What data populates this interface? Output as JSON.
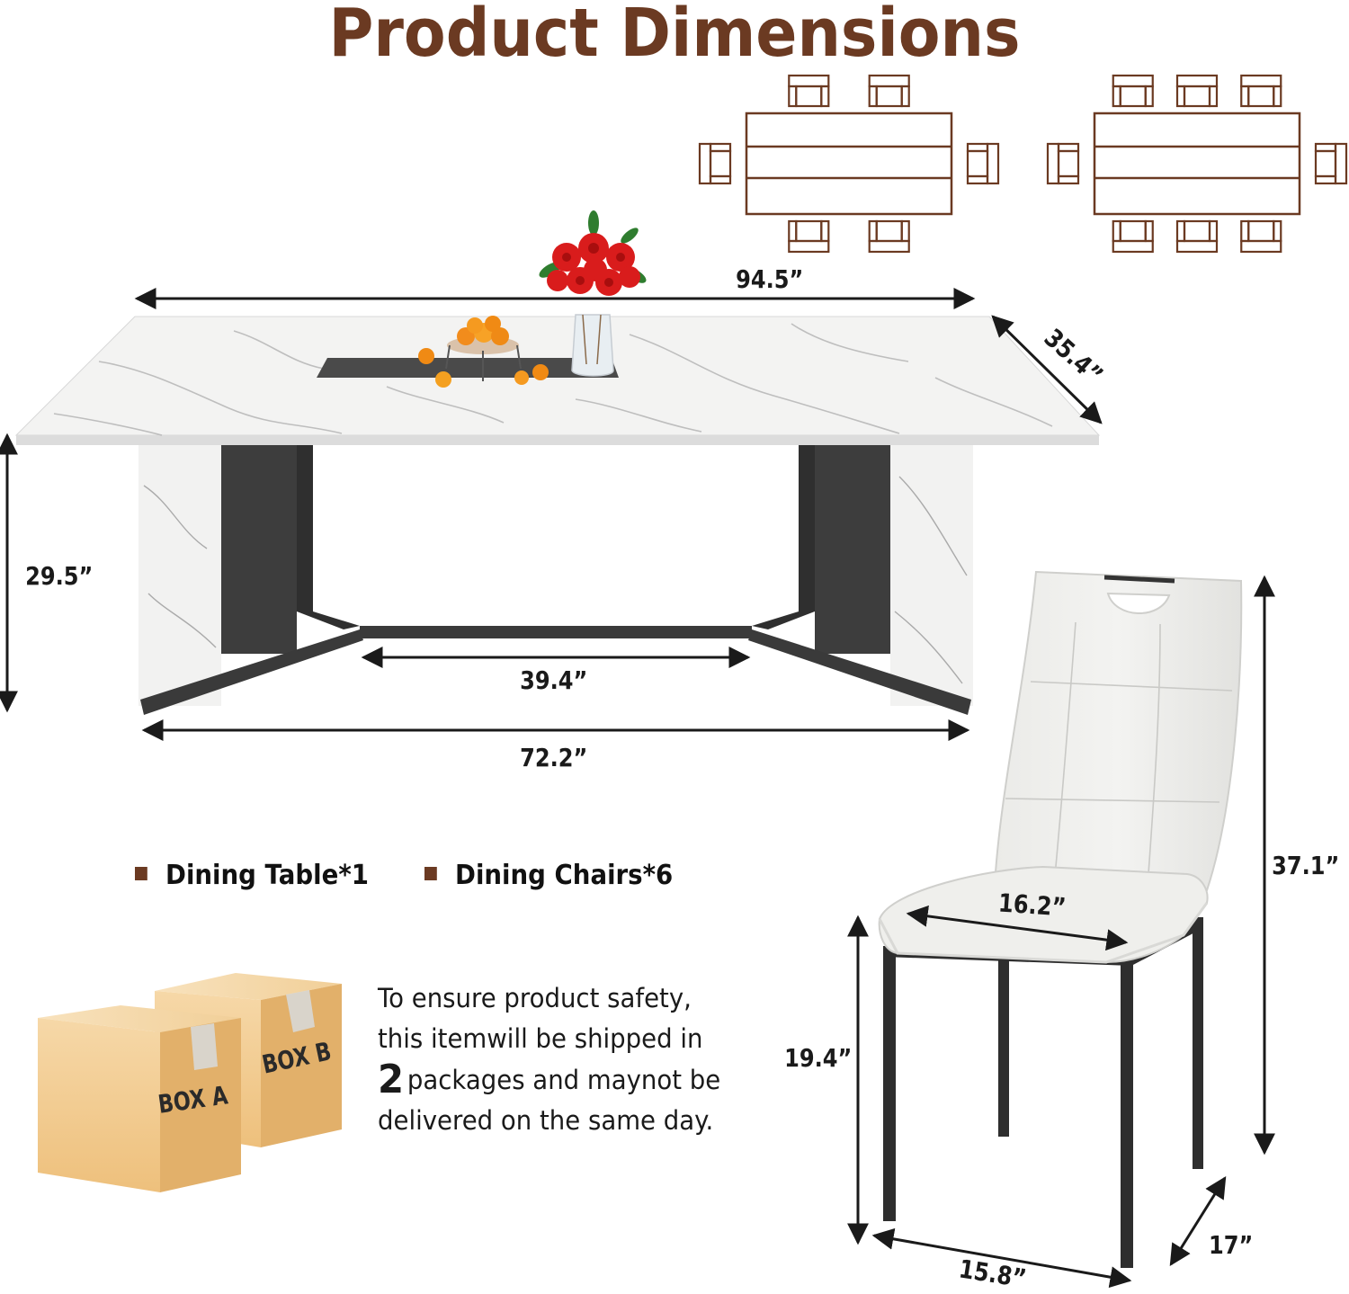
{
  "title": "Product Dimensions",
  "dimensions": {
    "table_length": "94.5”",
    "table_depth": "35.4”",
    "table_height": "29.5”",
    "inner_span": "39.4”",
    "leg_span": "72.2”",
    "chair_height": "37.1”",
    "seat_width": "16.2”",
    "seat_height": "19.4”",
    "chair_width": "15.8”",
    "chair_depth": "17”"
  },
  "legend": [
    {
      "label": "Dining Table*1"
    },
    {
      "label": "Dining Chairs*6"
    }
  ],
  "shipping": {
    "line1": "To ensure product safety,",
    "line2": "this itemwill be shipped in",
    "count": "2",
    "line3": "packages and maynot be",
    "line4": "delivered on the same day."
  },
  "boxes": {
    "a": "BOX A",
    "b": "BOX B"
  },
  "layouts": [
    {
      "seats_per_side": 2
    },
    {
      "seats_per_side": 3
    }
  ],
  "colors": {
    "accent": "#6b3a22",
    "box": "#f0c88a",
    "marble": "#f4f4f4",
    "metal": "#3c3c3c"
  }
}
